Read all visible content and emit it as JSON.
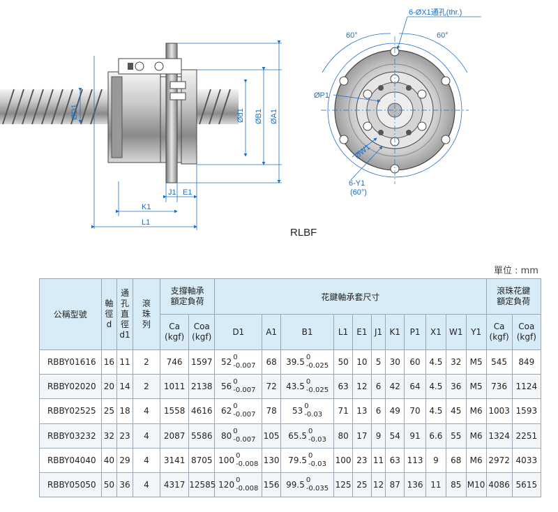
{
  "drawing": {
    "side_labels": {
      "D1": "ØD1",
      "d1": "Ød1",
      "B1": "ØB1",
      "A1": "ØA1",
      "J1": "J1",
      "E1": "E1",
      "K1": "K1",
      "L1": "L1"
    },
    "front_labels": {
      "holes": "6-ØX1通孔(thr.)",
      "angle_left": "60°",
      "angle_right": "60°",
      "P1": "ØP1",
      "W1": "ØW1",
      "Y1": "6-Y1",
      "Y1_angle": "(60°)"
    },
    "model_name": "RLBF"
  },
  "unit": "單位 : mm",
  "table": {
    "headers": {
      "model": "公稱型號",
      "shaft": [
        "軸",
        "徑",
        "d"
      ],
      "bore": [
        "通",
        "孔",
        "直",
        "徑",
        "d1"
      ],
      "rows_ball": [
        "滾",
        "珠",
        "列"
      ],
      "support_load": [
        "支撐軸承",
        "額定負荷"
      ],
      "spline_dims": "花鍵軸承套尺寸",
      "spline_load": [
        "滾珠花鍵",
        "額定負荷"
      ],
      "Ca": [
        "Ca",
        "(kgf)"
      ],
      "Coa": [
        "Coa",
        "(kgf)"
      ],
      "D1": "D1",
      "A1": "A1",
      "B1": "B1",
      "L1": "L1",
      "E1": "E1",
      "J1": "J1",
      "K1": "K1",
      "P1": "P1",
      "X1": "X1",
      "W1": "W1",
      "Y1": "Y1",
      "Ca2": [
        "Ca",
        "(kgf)"
      ],
      "Coa2": [
        "Coa",
        "(kgf)"
      ]
    },
    "rows": [
      {
        "model": "RBBY01616",
        "d": "16",
        "d1": "11",
        "rows": "2",
        "ca": "746",
        "coa": "1597",
        "d1_nom": "52",
        "d1_up": "0",
        "d1_lo": "-0.007",
        "a1": "68",
        "b1_nom": "39.5",
        "b1_up": "0",
        "b1_lo": "-0.025",
        "l1": "50",
        "e1": "10",
        "j1": "5",
        "k1": "30",
        "p1": "60",
        "x1": "4.5",
        "w1": "32",
        "y1": "M5",
        "ca2": "545",
        "coa2": "849"
      },
      {
        "model": "RBBY02020",
        "d": "20",
        "d1": "14",
        "rows": "2",
        "ca": "1011",
        "coa": "2138",
        "d1_nom": "56",
        "d1_up": "0",
        "d1_lo": "-0.007",
        "a1": "72",
        "b1_nom": "43.5",
        "b1_up": "0",
        "b1_lo": "-0.025",
        "l1": "63",
        "e1": "12",
        "j1": "6",
        "k1": "42",
        "p1": "64",
        "x1": "4.5",
        "w1": "36",
        "y1": "M5",
        "ca2": "736",
        "coa2": "1124"
      },
      {
        "model": "RBBY02525",
        "d": "25",
        "d1": "18",
        "rows": "4",
        "ca": "1558",
        "coa": "4616",
        "d1_nom": "62",
        "d1_up": "0",
        "d1_lo": "-0.007",
        "a1": "78",
        "b1_nom": "53",
        "b1_up": "0",
        "b1_lo": "-0.03",
        "l1": "71",
        "e1": "13",
        "j1": "6",
        "k1": "49",
        "p1": "70",
        "x1": "4.5",
        "w1": "45",
        "y1": "M6",
        "ca2": "1003",
        "coa2": "1593"
      },
      {
        "model": "RBBY03232",
        "d": "32",
        "d1": "23",
        "rows": "4",
        "ca": "2087",
        "coa": "5586",
        "d1_nom": "80",
        "d1_up": "0",
        "d1_lo": "-0.007",
        "a1": "105",
        "b1_nom": "65.5",
        "b1_up": "0",
        "b1_lo": "-0.03",
        "l1": "80",
        "e1": "17",
        "j1": "9",
        "k1": "54",
        "p1": "91",
        "x1": "6.6",
        "w1": "55",
        "y1": "M6",
        "ca2": "1324",
        "coa2": "2251"
      },
      {
        "model": "RBBY04040",
        "d": "40",
        "d1": "29",
        "rows": "4",
        "ca": "3141",
        "coa": "8705",
        "d1_nom": "100",
        "d1_up": "0",
        "d1_lo": "-0.008",
        "a1": "130",
        "b1_nom": "79.5",
        "b1_up": "0",
        "b1_lo": "-0.03",
        "l1": "100",
        "e1": "23",
        "j1": "11",
        "k1": "63",
        "p1": "113",
        "x1": "9",
        "w1": "68",
        "y1": "M6",
        "ca2": "2972",
        "coa2": "4033"
      },
      {
        "model": "RBBY05050",
        "d": "50",
        "d1": "36",
        "rows": "4",
        "ca": "4317",
        "coa": "12585",
        "d1_nom": "120",
        "d1_up": "0",
        "d1_lo": "-0.008",
        "a1": "156",
        "b1_nom": "99.5",
        "b1_up": "0",
        "b1_lo": "-0.035",
        "l1": "125",
        "e1": "25",
        "j1": "12",
        "k1": "87",
        "p1": "136",
        "x1": "11",
        "w1": "85",
        "y1": "M10",
        "ca2": "4086",
        "coa2": "5615"
      }
    ]
  }
}
